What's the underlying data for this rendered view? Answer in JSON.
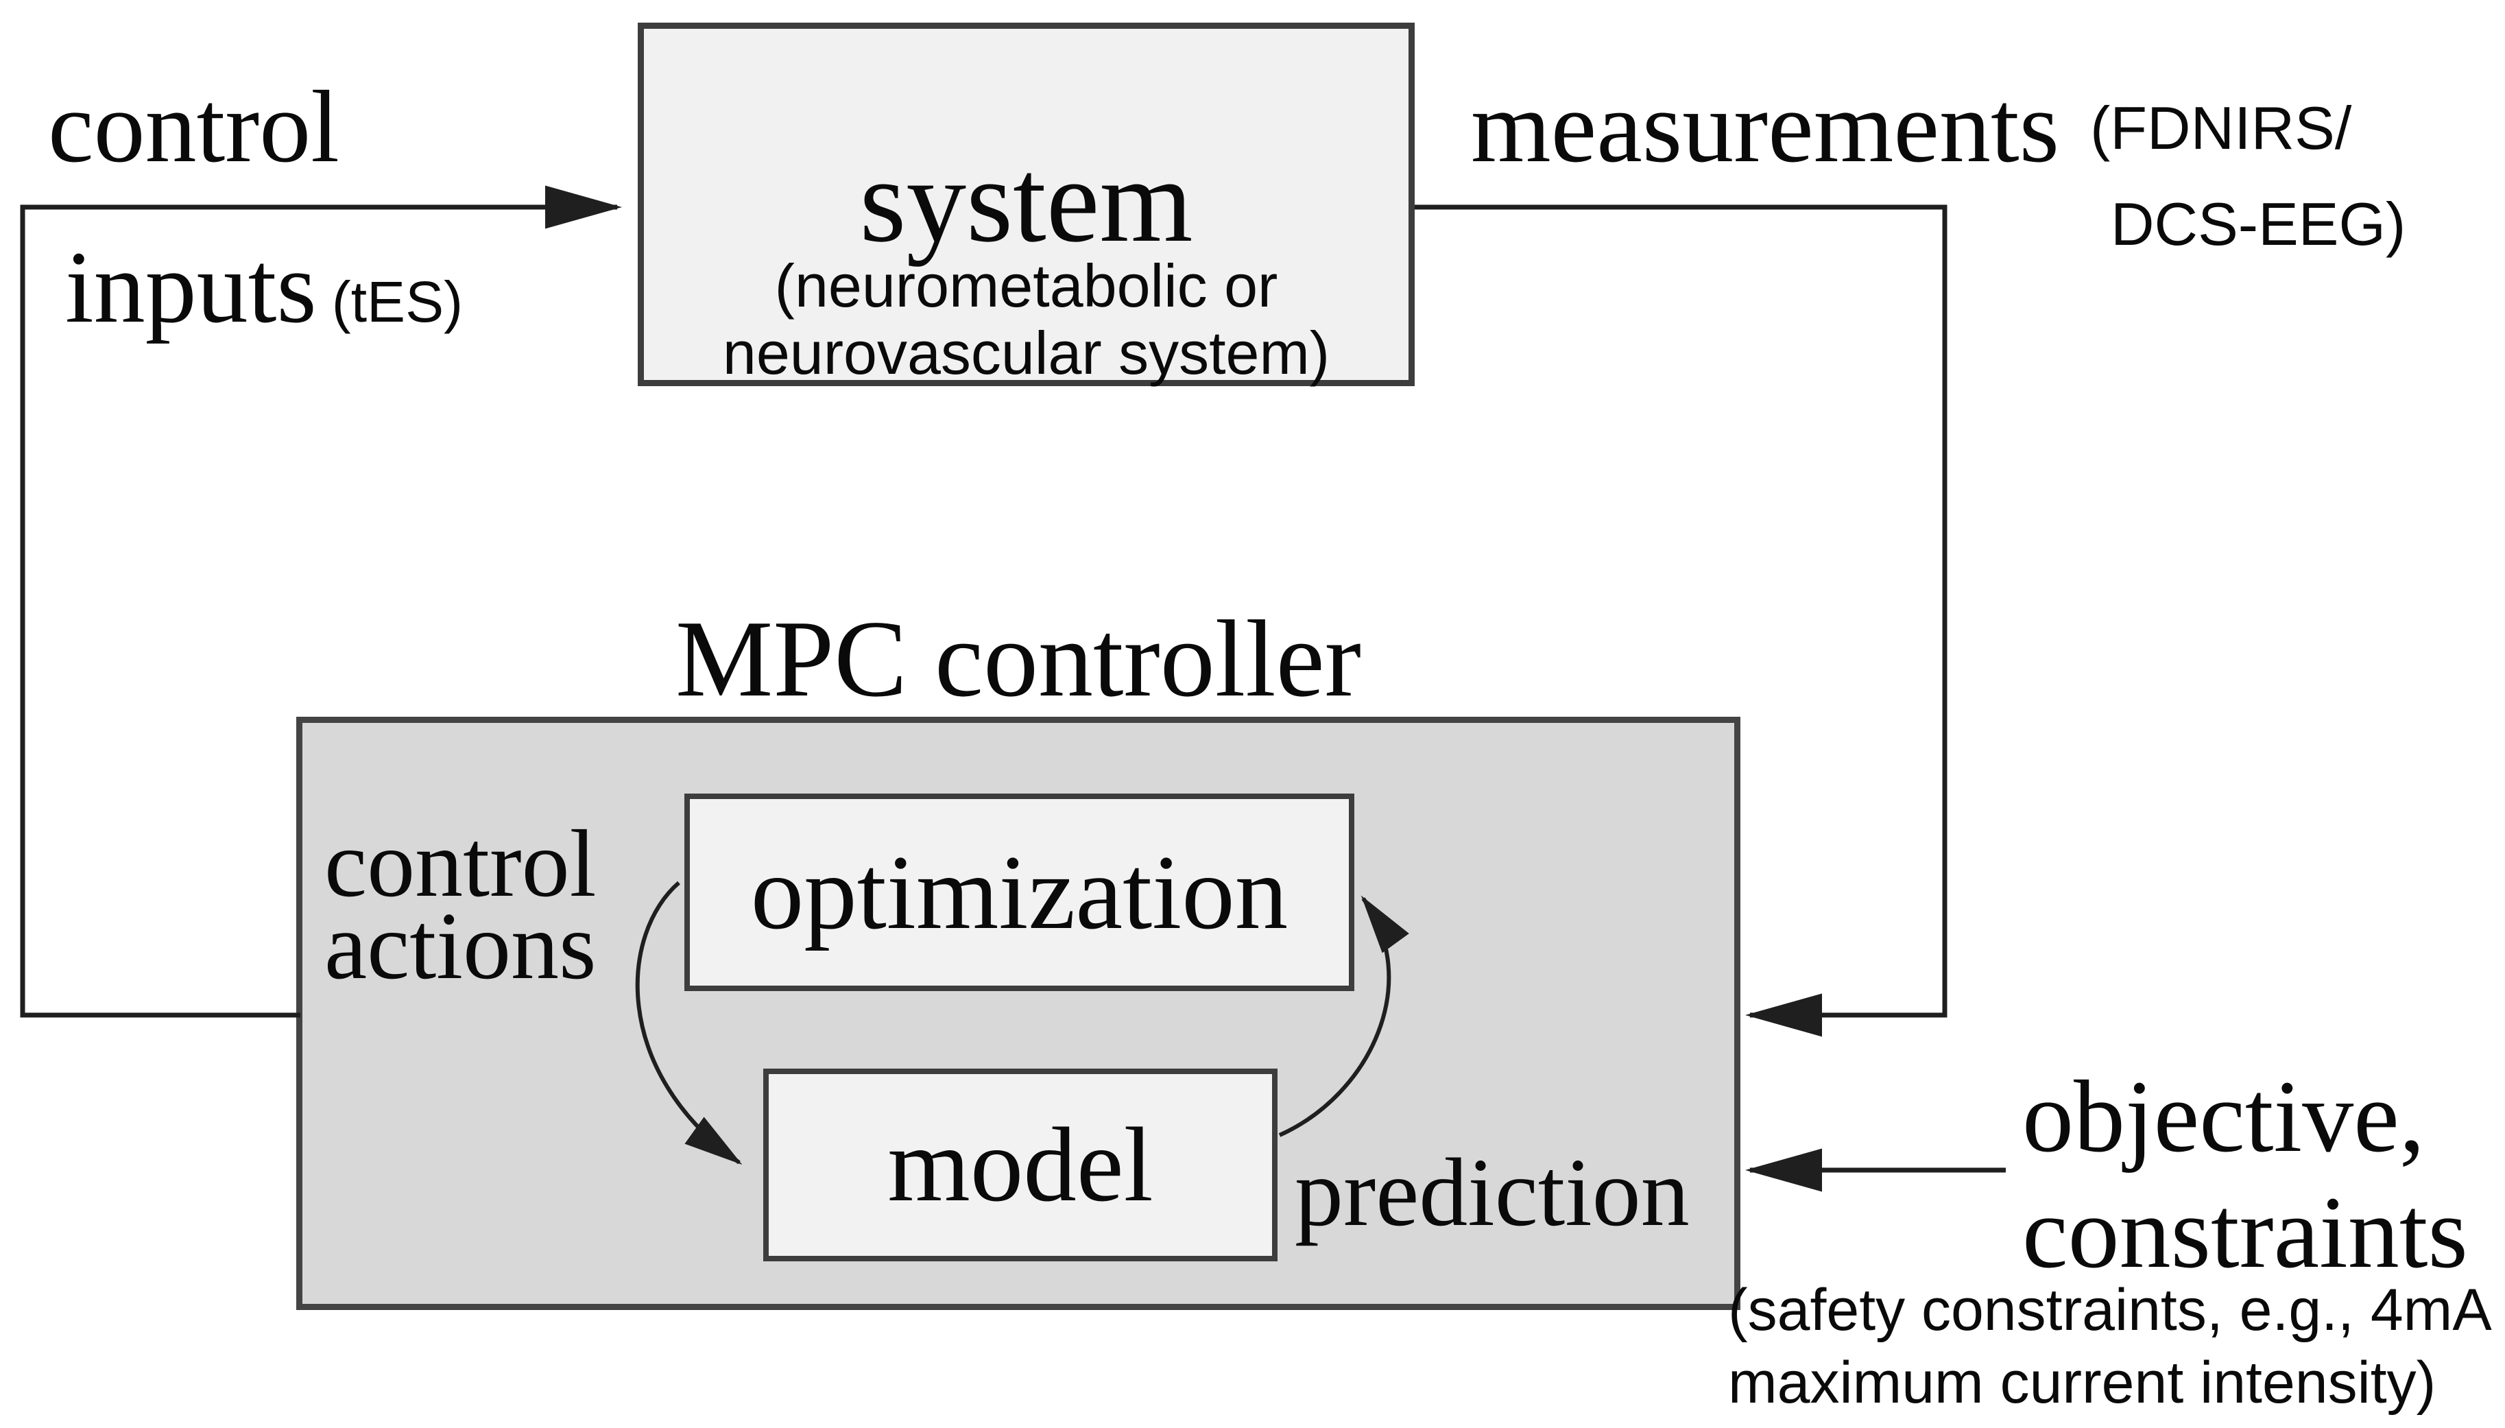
{
  "diagram": {
    "type": "block-diagram",
    "title_context": "MPC closed-loop neurostimulation diagram",
    "colors": {
      "background": "#ffffff",
      "box_fill_light": "#f1f1f1",
      "box_fill_gray": "#d8d8d8",
      "border_dark": "#3d3d3d",
      "line_color": "#1f1f1f",
      "text_color": "#0a0a0a"
    },
    "system_box": {
      "title": "system",
      "subtitle_line1": "(neurometabolic or",
      "subtitle_line2": "neurovascular system)"
    },
    "left_labels": {
      "control": "control",
      "inputs": "inputs",
      "inputs_annotation": "(tES)"
    },
    "measurements": {
      "label": "measurements",
      "annotation_line1": "(FDNIRS/",
      "annotation_line2": "DCS-EEG)"
    },
    "mpc": {
      "title": "MPC controller",
      "control_actions_line1": "control",
      "control_actions_line2": "actions",
      "optimization_label": "optimization",
      "model_label": "model",
      "prediction_label": "prediction"
    },
    "objective": {
      "line1": "objective,",
      "line2": "constraints",
      "annotation_line1": "(safety constraints, e.g., 4mA",
      "annotation_line2": "maximum current intensity)"
    }
  }
}
